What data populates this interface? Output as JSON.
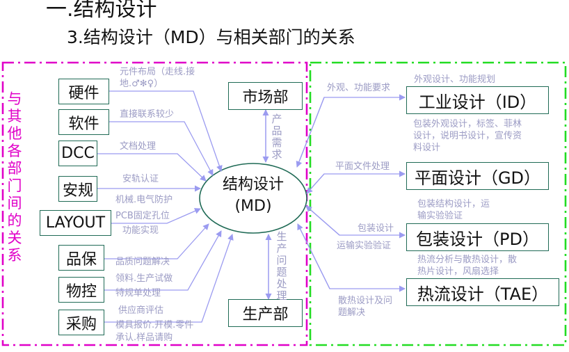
{
  "heading": "一.结构设计",
  "subtitle": "3.结构设计（MD）与相关部门的关系",
  "side_label": "与其他各部门间的关系",
  "center": {
    "line1": "结构设计",
    "line2": "(MD)"
  },
  "colors": {
    "left_border": "#e000c8",
    "right_border": "#22dd22",
    "arrow": "#9b9bf0",
    "box_border": "#1f6a55",
    "label": "#9b9bc4"
  },
  "left_departments": [
    {
      "name": "硬件",
      "relation": [
        "元件布局（走线.接",
        "地.♂✻♀）"
      ]
    },
    {
      "name": "软件",
      "relation": [
        "直接联系较少"
      ]
    },
    {
      "name": "DCC",
      "relation": [
        "文档处理"
      ]
    },
    {
      "name": "安规",
      "relation": [
        "安轨认证",
        "机械.电气防护"
      ]
    },
    {
      "name": "LAYOUT",
      "relation": [
        "PCB固定孔位"
      ]
    },
    {
      "name": "品保",
      "relation": [
        "功能实现",
        "品质问题解决"
      ]
    },
    {
      "name": "物控",
      "relation": [
        "领料.生产试做",
        "特规单处理"
      ]
    },
    {
      "name": "采购",
      "relation": [
        "供应商评估",
        "模具报价.开模.零件",
        "承认.样品请购"
      ]
    }
  ],
  "top_department": {
    "name": "市场部",
    "relation": "产品需求"
  },
  "bottom_department": {
    "name": "生产部",
    "relation": "生产问题处理"
  },
  "right_departments": [
    {
      "name": "工业设计（ID）",
      "arrow_label": "外观、功能要求",
      "note_above": "外观设计、功能规划",
      "note_below": [
        "包装外观设计，标签、菲林",
        "设计，说明书设计，宣传资",
        "料设计"
      ]
    },
    {
      "name": "平面设计（GD）",
      "arrow_label": "平面文件处理",
      "note_above": "",
      "note_below": []
    },
    {
      "name": "包装设计（PD）",
      "arrow_label": "包装设计",
      "arrow_label2": "运输实验验证",
      "note_above": [
        "包装结构设计，运",
        "输实验验证"
      ],
      "note_below": [
        "热流分析与散热设计，散",
        "热片设计，风扇选择"
      ]
    },
    {
      "name": "热流设计（TAE）",
      "arrow_label": "散热设计及问",
      "arrow_label2": "题解决",
      "note_above": "",
      "note_below": []
    }
  ]
}
